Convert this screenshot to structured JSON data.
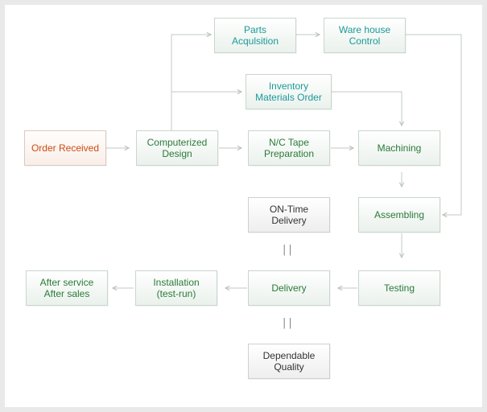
{
  "nodes": {
    "order_received": "Order Received",
    "computerized_design": "Computerized\nDesign",
    "parts_acquisition": "Parts\nAcqulsition",
    "warehouse_control": "Ware house\nControl",
    "inventory_materials_order": "Inventory\nMaterials Order",
    "nc_tape_preparation": "N/C Tape\nPreparation",
    "machining": "Machining",
    "assembling": "Assembling",
    "testing": "Testing",
    "delivery": "Delivery",
    "installation": "Installation\n(test-run)",
    "after_service": "After service\nAfter sales",
    "on_time_delivery": "ON-Time\nDelivery",
    "dependable_quality": "Dependable\nQuality"
  },
  "separators": {
    "upper": "||",
    "lower": "||"
  },
  "colors": {
    "process_text": "#2b7a38",
    "procurement_text": "#1a9a9a",
    "start_text": "#cf4a12",
    "outcome_text": "#333333",
    "connector": "#b9c2bb"
  }
}
